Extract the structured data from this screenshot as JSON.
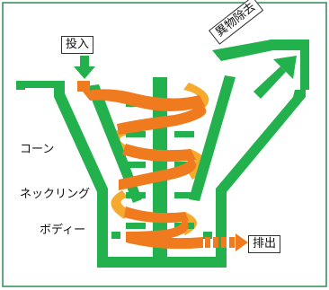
{
  "labels": {
    "input": "投入",
    "foreign_removal": "異物除去",
    "cone": "コーン",
    "neck_ring": "ネックリング",
    "body": "ボディー",
    "discharge": "排出"
  },
  "colors": {
    "frame_border": "#2e8b57",
    "machine_green": "#22b14c",
    "dark_green": "#118a3a",
    "spiral_orange": "#f07a1e",
    "spiral_light": "#f5a623"
  }
}
